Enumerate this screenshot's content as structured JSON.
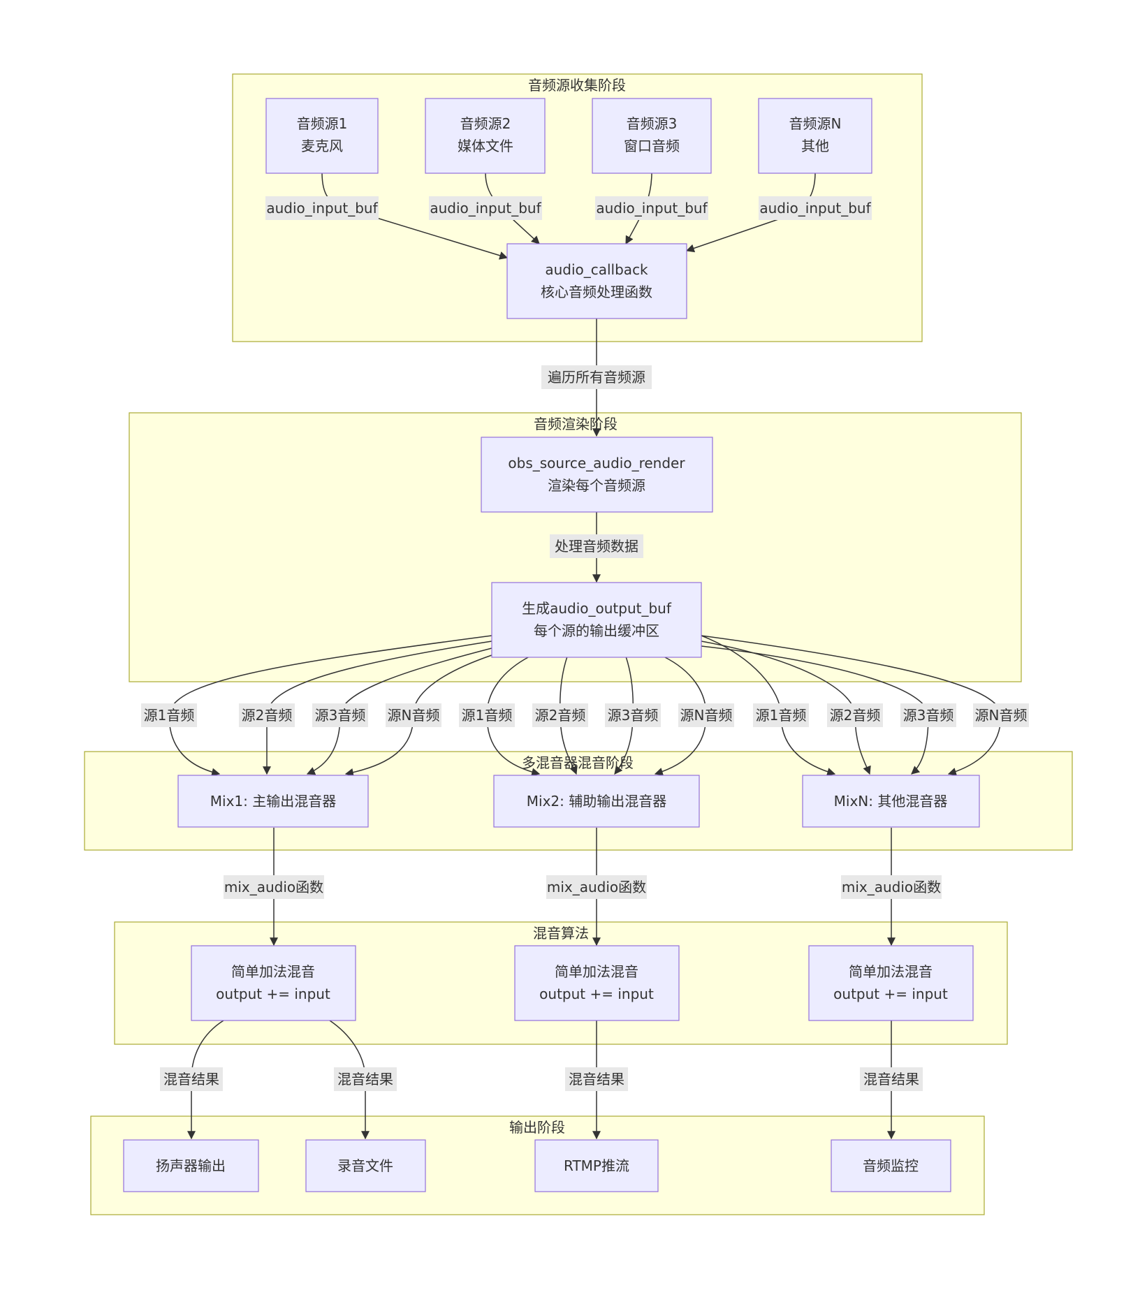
{
  "clusters": {
    "collect": "音频源收集阶段",
    "render": "音频渲染阶段",
    "mix": "多混音器混音阶段",
    "algo": "混音算法",
    "output": "输出阶段"
  },
  "nodes": {
    "src1": [
      "音频源1",
      "麦克风"
    ],
    "src2": [
      "音频源2",
      "媒体文件"
    ],
    "src3": [
      "音频源3",
      "窗口音频"
    ],
    "srcN": [
      "音频源N",
      "其他"
    ],
    "callback": [
      "audio_callback",
      "核心音频处理函数"
    ],
    "render": [
      "obs_source_audio_render",
      "渲染每个音频源"
    ],
    "outbuf": [
      "生成audio_output_buf",
      "每个源的输出缓冲区"
    ],
    "mix1": [
      "Mix1: 主输出混音器"
    ],
    "mix2": [
      "Mix2: 辅助输出混音器"
    ],
    "mixN": [
      "MixN: 其他混音器"
    ],
    "alg1": [
      "简单加法混音",
      "output += input"
    ],
    "alg2": [
      "简单加法混音",
      "output += input"
    ],
    "alg3": [
      "简单加法混音",
      "output += input"
    ],
    "speaker": [
      "扬声器输出"
    ],
    "record": [
      "录音文件"
    ],
    "rtmp": [
      "RTMP推流"
    ],
    "monitor": [
      "音频监控"
    ]
  },
  "edges": [
    {
      "from": "src1",
      "to": "callback",
      "label": "audio_input_buf"
    },
    {
      "from": "src2",
      "to": "callback",
      "label": "audio_input_buf"
    },
    {
      "from": "src3",
      "to": "callback",
      "label": "audio_input_buf"
    },
    {
      "from": "srcN",
      "to": "callback",
      "label": "audio_input_buf"
    },
    {
      "from": "callback",
      "to": "render",
      "label": "遍历所有音频源"
    },
    {
      "from": "render",
      "to": "outbuf",
      "label": "处理音频数据"
    },
    {
      "from": "outbuf",
      "to": "mix1",
      "label": "源1音频"
    },
    {
      "from": "outbuf",
      "to": "mix1",
      "label": "源2音频"
    },
    {
      "from": "outbuf",
      "to": "mix1",
      "label": "源3音频"
    },
    {
      "from": "outbuf",
      "to": "mix1",
      "label": "源N音频"
    },
    {
      "from": "outbuf",
      "to": "mix2",
      "label": "源1音频"
    },
    {
      "from": "outbuf",
      "to": "mix2",
      "label": "源2音频"
    },
    {
      "from": "outbuf",
      "to": "mix2",
      "label": "源3音频"
    },
    {
      "from": "outbuf",
      "to": "mix2",
      "label": "源N音频"
    },
    {
      "from": "outbuf",
      "to": "mixN",
      "label": "源1音频"
    },
    {
      "from": "outbuf",
      "to": "mixN",
      "label": "源2音频"
    },
    {
      "from": "outbuf",
      "to": "mixN",
      "label": "源3音频"
    },
    {
      "from": "outbuf",
      "to": "mixN",
      "label": "源N音频"
    },
    {
      "from": "mix1",
      "to": "alg1",
      "label": "mix_audio函数"
    },
    {
      "from": "mix2",
      "to": "alg2",
      "label": "mix_audio函数"
    },
    {
      "from": "mixN",
      "to": "alg3",
      "label": "mix_audio函数"
    },
    {
      "from": "alg1",
      "to": "speaker",
      "label": "混音结果"
    },
    {
      "from": "alg1",
      "to": "record",
      "label": "混音结果"
    },
    {
      "from": "alg2",
      "to": "rtmp",
      "label": "混音结果"
    },
    {
      "from": "alg3",
      "to": "monitor",
      "label": "混音结果"
    }
  ],
  "colors": {
    "cluster_fill": "#ffffde",
    "cluster_stroke": "#aaaa33",
    "node_fill": "#ececff",
    "node_stroke": "#9370db",
    "edge": "#333333",
    "edge_label_bg": "#e8e8e8"
  }
}
